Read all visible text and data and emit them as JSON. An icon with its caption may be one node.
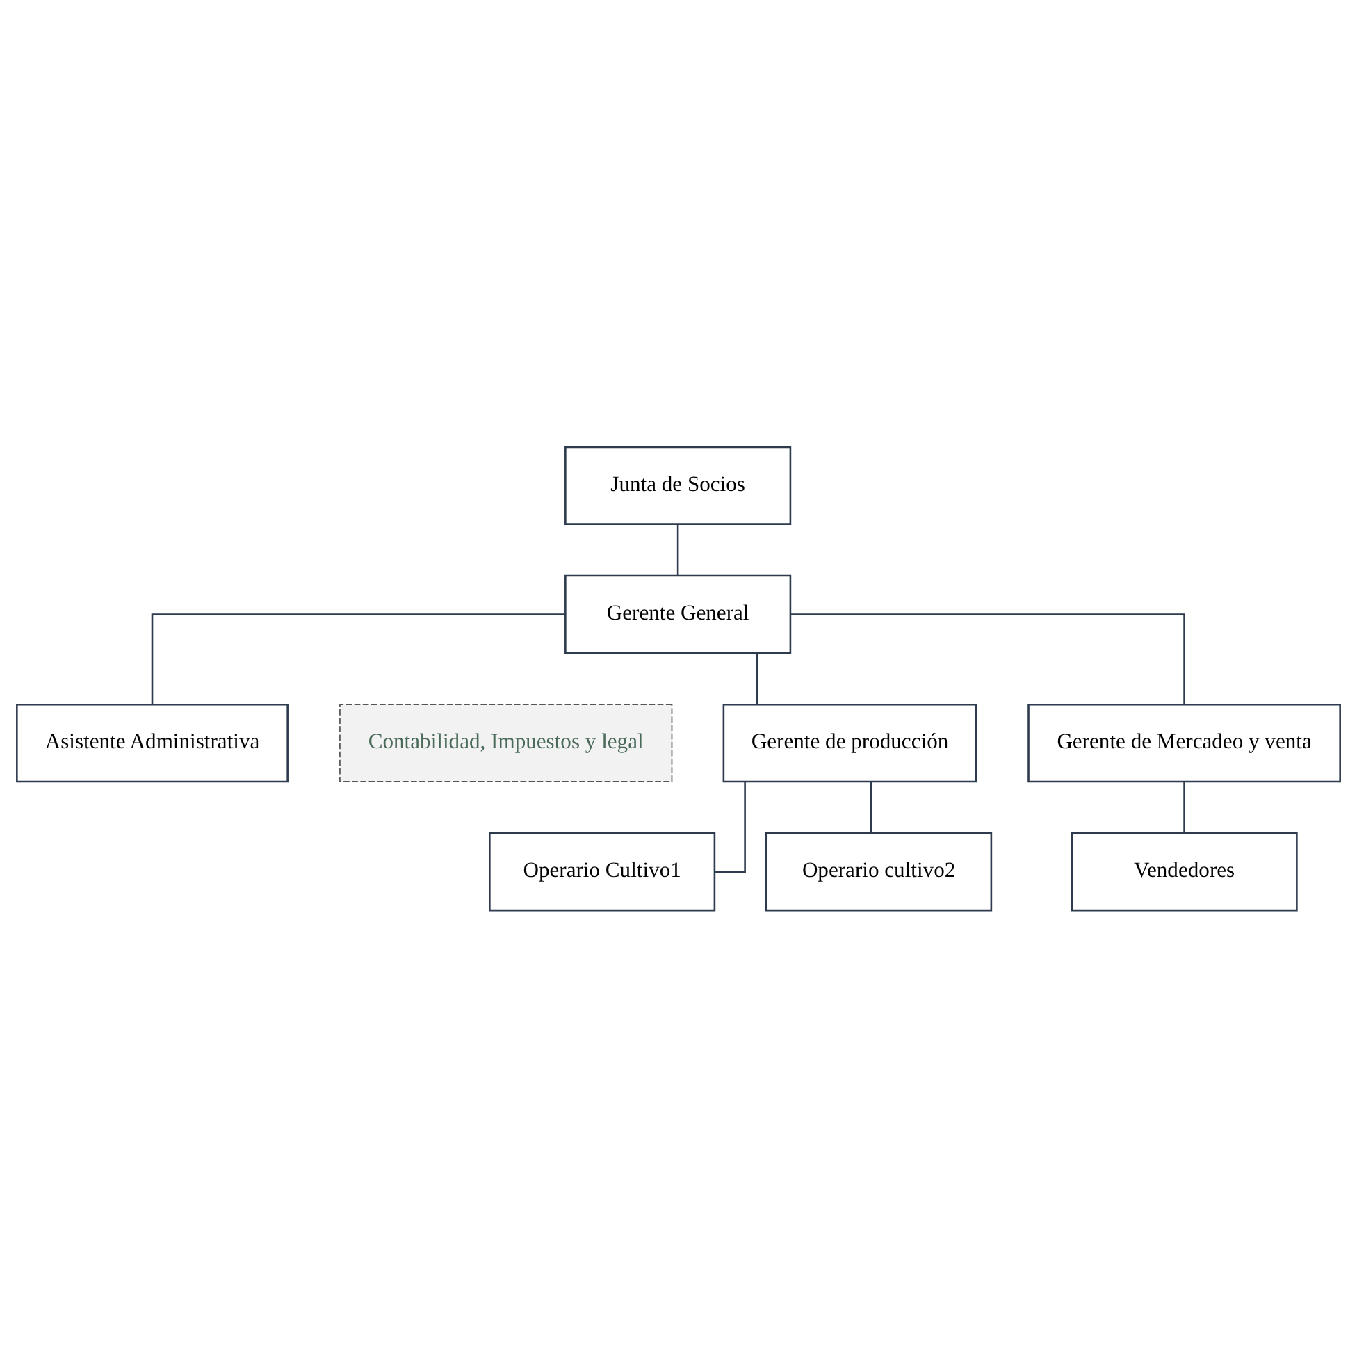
{
  "diagram": {
    "nodes": [
      {
        "text": [
          "Junta de Socios"
        ]
      },
      {
        "text": [
          "Gerente General"
        ]
      },
      {
        "text": [
          "Asistente Administrativa"
        ]
      },
      {
        "text": [
          "Contabilidad, Impuestos y legal"
        ]
      },
      {
        "text": [
          "Gerente de producción"
        ]
      },
      {
        "text": [
          "Gerente de Mercadeo y venta"
        ]
      },
      {
        "text": [
          "Operario Cultivo1"
        ]
      },
      {
        "text": [
          "Operario cultivo2"
        ]
      },
      {
        "text": [
          "Vendedores"
        ]
      }
    ],
    "edges": [
      {
        "from": 0,
        "to": 1,
        "arrow": "none"
      },
      {
        "from": 1,
        "to": 2,
        "arrow": "none"
      },
      {
        "from": 1,
        "to": 4,
        "arrow": "none"
      },
      {
        "from": 1,
        "to": 5,
        "arrow": "none"
      },
      {
        "from": 4,
        "to": 6,
        "arrow": "none"
      },
      {
        "from": 4,
        "to": 7,
        "arrow": "none"
      },
      {
        "from": 5,
        "to": 8,
        "arrow": "none"
      }
    ]
  }
}
